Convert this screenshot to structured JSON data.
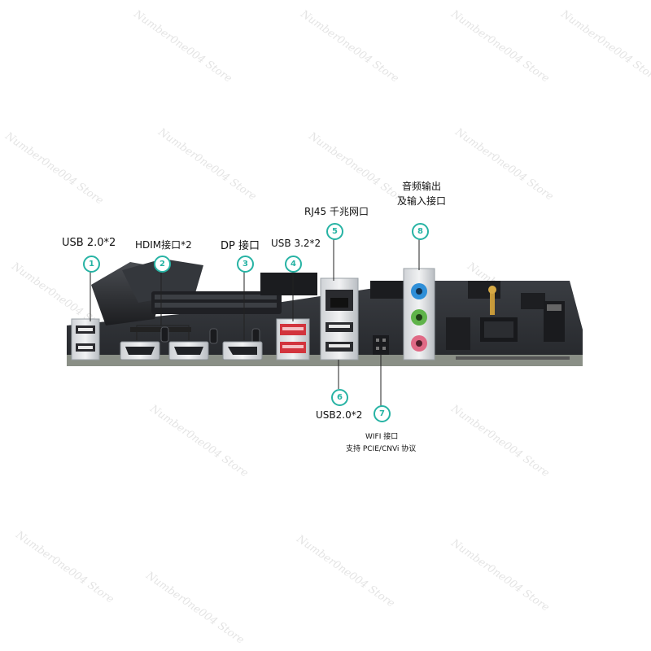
{
  "callouts": [
    {
      "number": "1",
      "label": "USB 2.0*2"
    },
    {
      "number": "2",
      "label": "HDIM接口*2"
    },
    {
      "number": "3",
      "label": "DP 接口"
    },
    {
      "number": "4",
      "label": "USB 3.2*2"
    },
    {
      "number": "5",
      "label": "RJ45 千兆网口"
    },
    {
      "number": "6",
      "label": "USB2.0*2"
    },
    {
      "number": "7",
      "label": "WIFI 接口",
      "sublabel": "支持 PCIE/CNVi 协议"
    },
    {
      "number": "8",
      "label": "音频输出",
      "label2": "及输入接口"
    }
  ],
  "watermark": "Number0ne004 Store",
  "colors": {
    "accent": "#27b3a4",
    "board": "#2b2e33",
    "usb3_red": "#d2343d",
    "audio_blue": "#2f8fd8",
    "audio_green": "#5fb34a",
    "audio_pink": "#e06a86"
  }
}
